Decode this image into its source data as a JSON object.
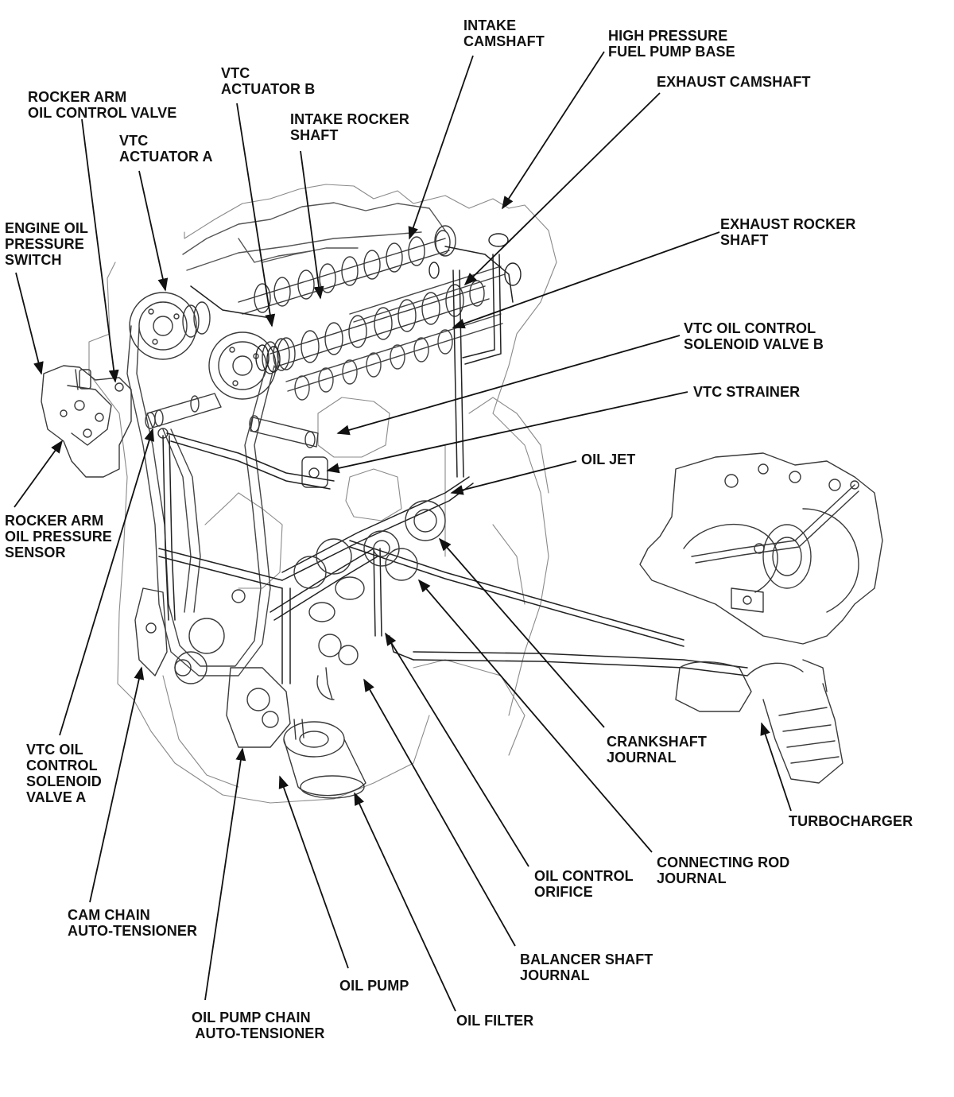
{
  "labels": {
    "intake_camshaft": "INTAKE\nCAMSHAFT",
    "hp_fuel_pump_base": "HIGH PRESSURE\nFUEL PUMP BASE",
    "exhaust_camshaft": "EXHAUST CAMSHAFT",
    "vtc_actuator_b": "VTC\nACTUATOR B",
    "rocker_arm_ocv": "ROCKER ARM\nOIL CONTROL VALVE",
    "intake_rocker_shaft": "INTAKE ROCKER\nSHAFT",
    "vtc_actuator_a": "VTC\nACTUATOR A",
    "exhaust_rocker_shaft": "EXHAUST ROCKER\nSHAFT",
    "engine_oil_pressure_switch": "ENGINE OIL\nPRESSURE\nSWITCH",
    "vtc_ocsv_b": "VTC OIL CONTROL\nSOLENOID VALVE B",
    "vtc_strainer": "VTC STRAINER",
    "oil_jet": "OIL JET",
    "rocker_arm_oil_pressure_sensor": "ROCKER ARM\nOIL PRESSURE\nSENSOR",
    "crankshaft_journal": "CRANKSHAFT\nJOURNAL",
    "vtc_ocsv_a": "VTC OIL\nCONTROL\nSOLENOID\nVALVE A",
    "turbocharger": "TURBOCHARGER",
    "connecting_rod_journal": "CONNECTING ROD\nJOURNAL",
    "oil_control_orifice": "OIL CONTROL\nORIFICE",
    "cam_chain_auto_tensioner": "CAM CHAIN\nAUTO-TENSIONER",
    "balancer_shaft_journal": "BALANCER SHAFT\nJOURNAL",
    "oil_pump": "OIL PUMP",
    "oil_filter": "OIL FILTER",
    "oil_pump_chain_auto_tensioner": "OIL PUMP CHAIN\n AUTO-TENSIONER"
  },
  "colors": {
    "line": "#111111",
    "engine_outline": "#3a3a3a",
    "engine_faint": "#8a8a8a",
    "background": "#ffffff"
  }
}
